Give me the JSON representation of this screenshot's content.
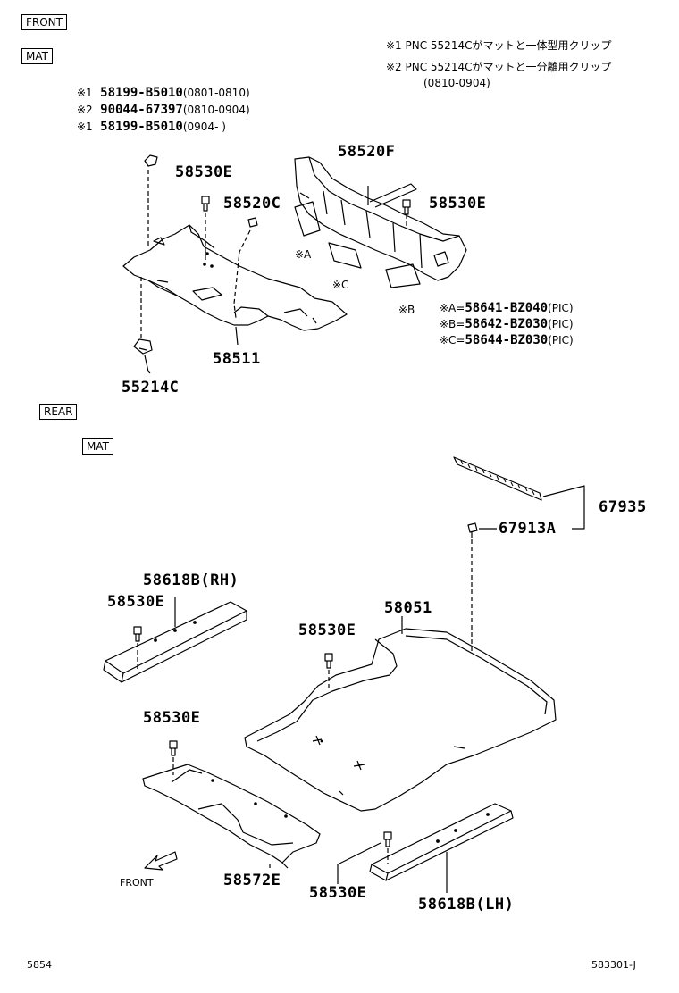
{
  "tags": {
    "front": "FRONT",
    "mat_top": "MAT",
    "rear": "REAR",
    "mat_bottom": "MAT"
  },
  "notes": {
    "n1": "※1 PNC 55214Cがマットと一体型用クリップ",
    "n2": "※2 PNC 55214Cがマットと一分離用クリップ",
    "n2_range": "(0810-0904)"
  },
  "clip_alternatives": [
    {
      "mark": "※1",
      "part": "58199-B5010",
      "range": "(0801-0810)"
    },
    {
      "mark": "※2",
      "part": "90044-67397",
      "range": "(0810-0904)"
    },
    {
      "mark": "※1",
      "part": "58199-B5010",
      "range": "(0904-      )"
    }
  ],
  "pic_parts": [
    {
      "mark": "※A=",
      "part": "58641-BZ040",
      "suffix": "(PIC)"
    },
    {
      "mark": "※B=",
      "part": "58642-BZ030",
      "suffix": "(PIC)"
    },
    {
      "mark": "※C=",
      "part": "58644-BZ030",
      "suffix": "(PIC)"
    }
  ],
  "labels": {
    "p58530E_a": "58530E",
    "p58520C": "58520C",
    "p58520F": "58520F",
    "p58530E_b": "58530E",
    "mA": "※A",
    "mC": "※C",
    "mB": "※B",
    "p58511": "58511",
    "p55214C": "55214C",
    "p67935": "67935",
    "p67913A": "67913A",
    "p58618B_RH": "58618B(RH)",
    "p58530E_c": "58530E",
    "p58051": "58051",
    "p58530E_d": "58530E",
    "p58530E_e": "58530E",
    "p58572E": "58572E",
    "p58530E_f": "58530E",
    "p58618B_LH": "58618B(LH)",
    "front_arrow": "FRONT"
  },
  "footer": {
    "left": "5854",
    "right": "583301-J"
  }
}
